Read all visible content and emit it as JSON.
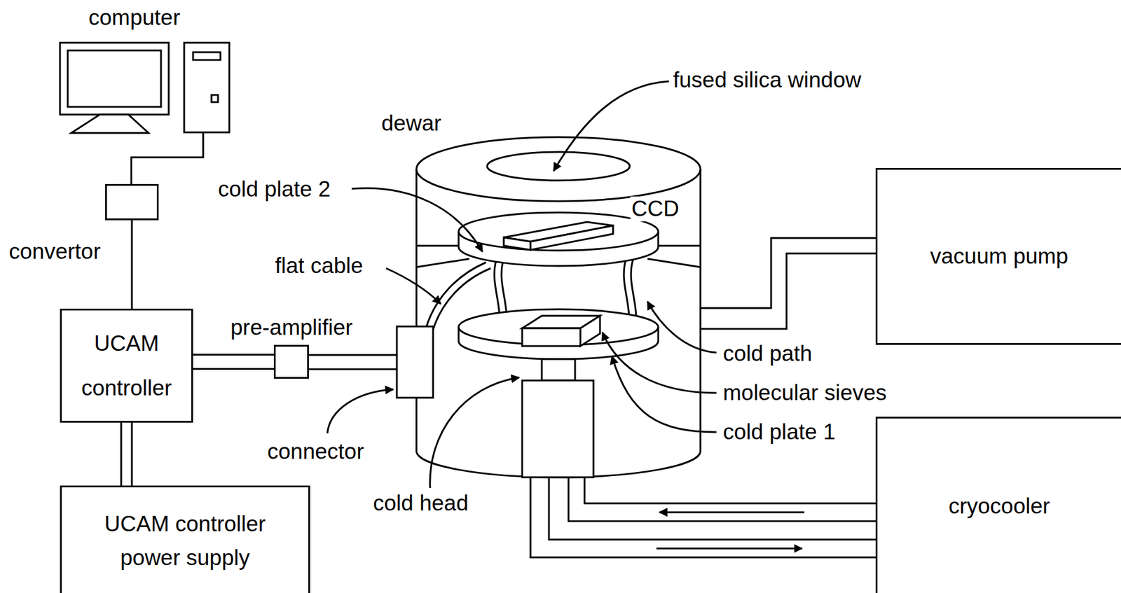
{
  "diagram": {
    "nodes": [
      {
        "text": [
          "convertor"
        ]
      },
      {
        "text": [
          "UCAM controller"
        ]
      },
      {
        "text": [
          "pre-amplifier"
        ]
      },
      {
        "text": [
          "UCAM controller power supply"
        ]
      },
      {
        "text": [
          "vacuum pump"
        ]
      },
      {
        "text": [
          "cryocooler"
        ]
      }
    ],
    "edges": [
      {
        "from": 0,
        "to": 1,
        "arrow": "none"
      },
      {
        "from": 1,
        "to": 2,
        "arrow": "none"
      },
      {
        "from": 1,
        "to": 3,
        "arrow": "none"
      }
    ],
    "labels": [
      "computer",
      "dewar",
      "fused silica window",
      "cold plate 2",
      "CCD",
      "flat cable",
      "cold path",
      "molecular sieves",
      "cold plate 1",
      "connector",
      "cold head"
    ]
  }
}
